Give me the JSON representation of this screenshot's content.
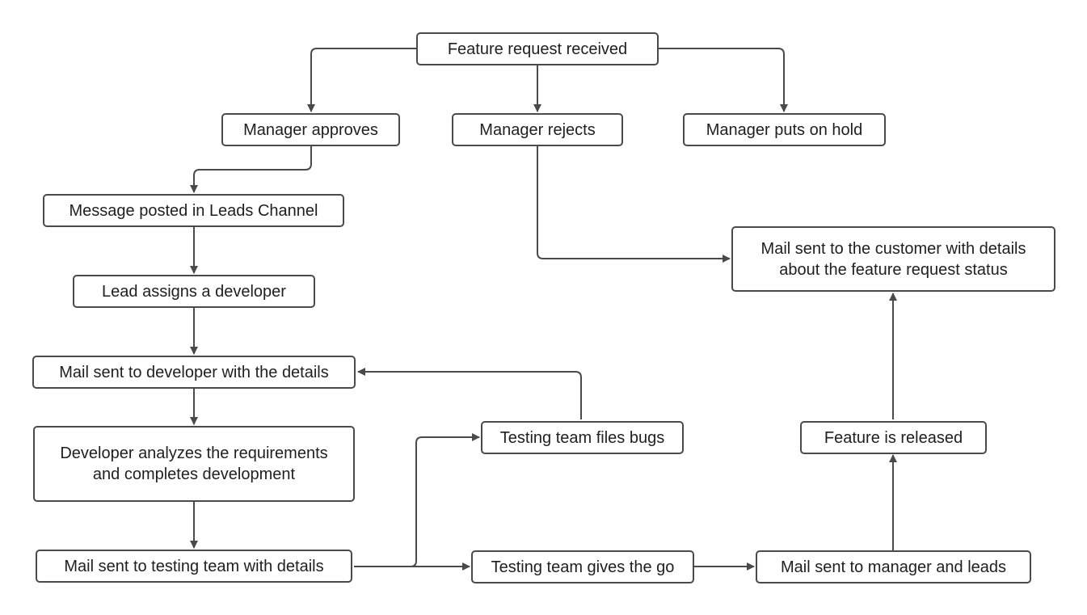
{
  "diagram": {
    "nodes": {
      "request_received": "Feature request received",
      "manager_approves": "Manager approves",
      "manager_rejects": "Manager rejects",
      "manager_hold": "Manager puts on hold",
      "leads_channel": "Message posted in Leads Channel",
      "lead_assigns": "Lead assigns a developer",
      "mail_developer": "Mail sent to developer with the details",
      "developer_analyzes": {
        "line1": "Developer analyzes the requirements",
        "line2": "and completes development"
      },
      "mail_testing": "Mail sent to testing team with details",
      "testing_bugs": "Testing team files bugs",
      "testing_go": "Testing team gives the go",
      "mail_manager_leads": "Mail sent to manager and leads",
      "feature_released": "Feature is released",
      "mail_customer": {
        "line1": "Mail sent to the customer with details",
        "line2": "about the feature request status"
      }
    },
    "colors": {
      "border": "#4a4a4a",
      "connector": "#4a4a4a",
      "text": "#1f1f1f",
      "background": "#ffffff"
    }
  }
}
